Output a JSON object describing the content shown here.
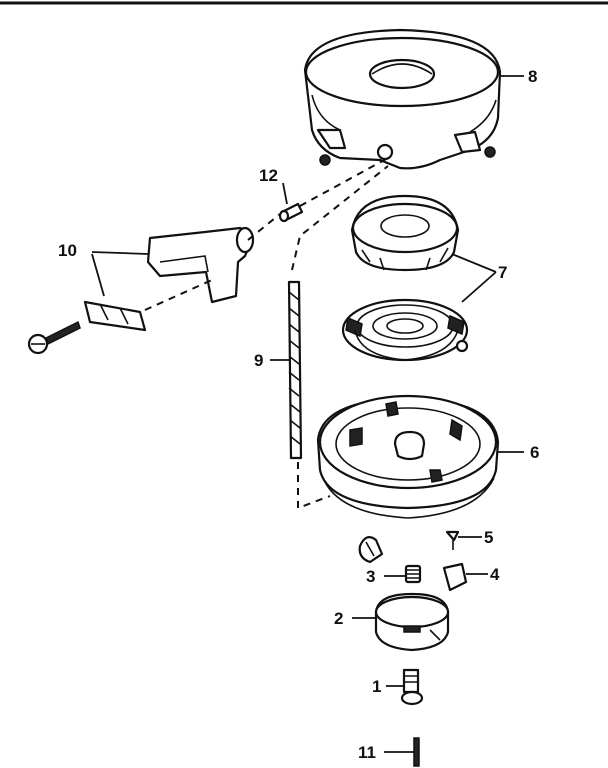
{
  "callouts": {
    "c1": "1",
    "c2": "2",
    "c3": "3",
    "c4": "4",
    "c5": "5",
    "c6": "6",
    "c7": "7",
    "c8": "8",
    "c9": "9",
    "c10": "10",
    "c11": "11",
    "c12": "12"
  },
  "colors": {
    "ink": "#111111",
    "paper": "#ffffff"
  }
}
